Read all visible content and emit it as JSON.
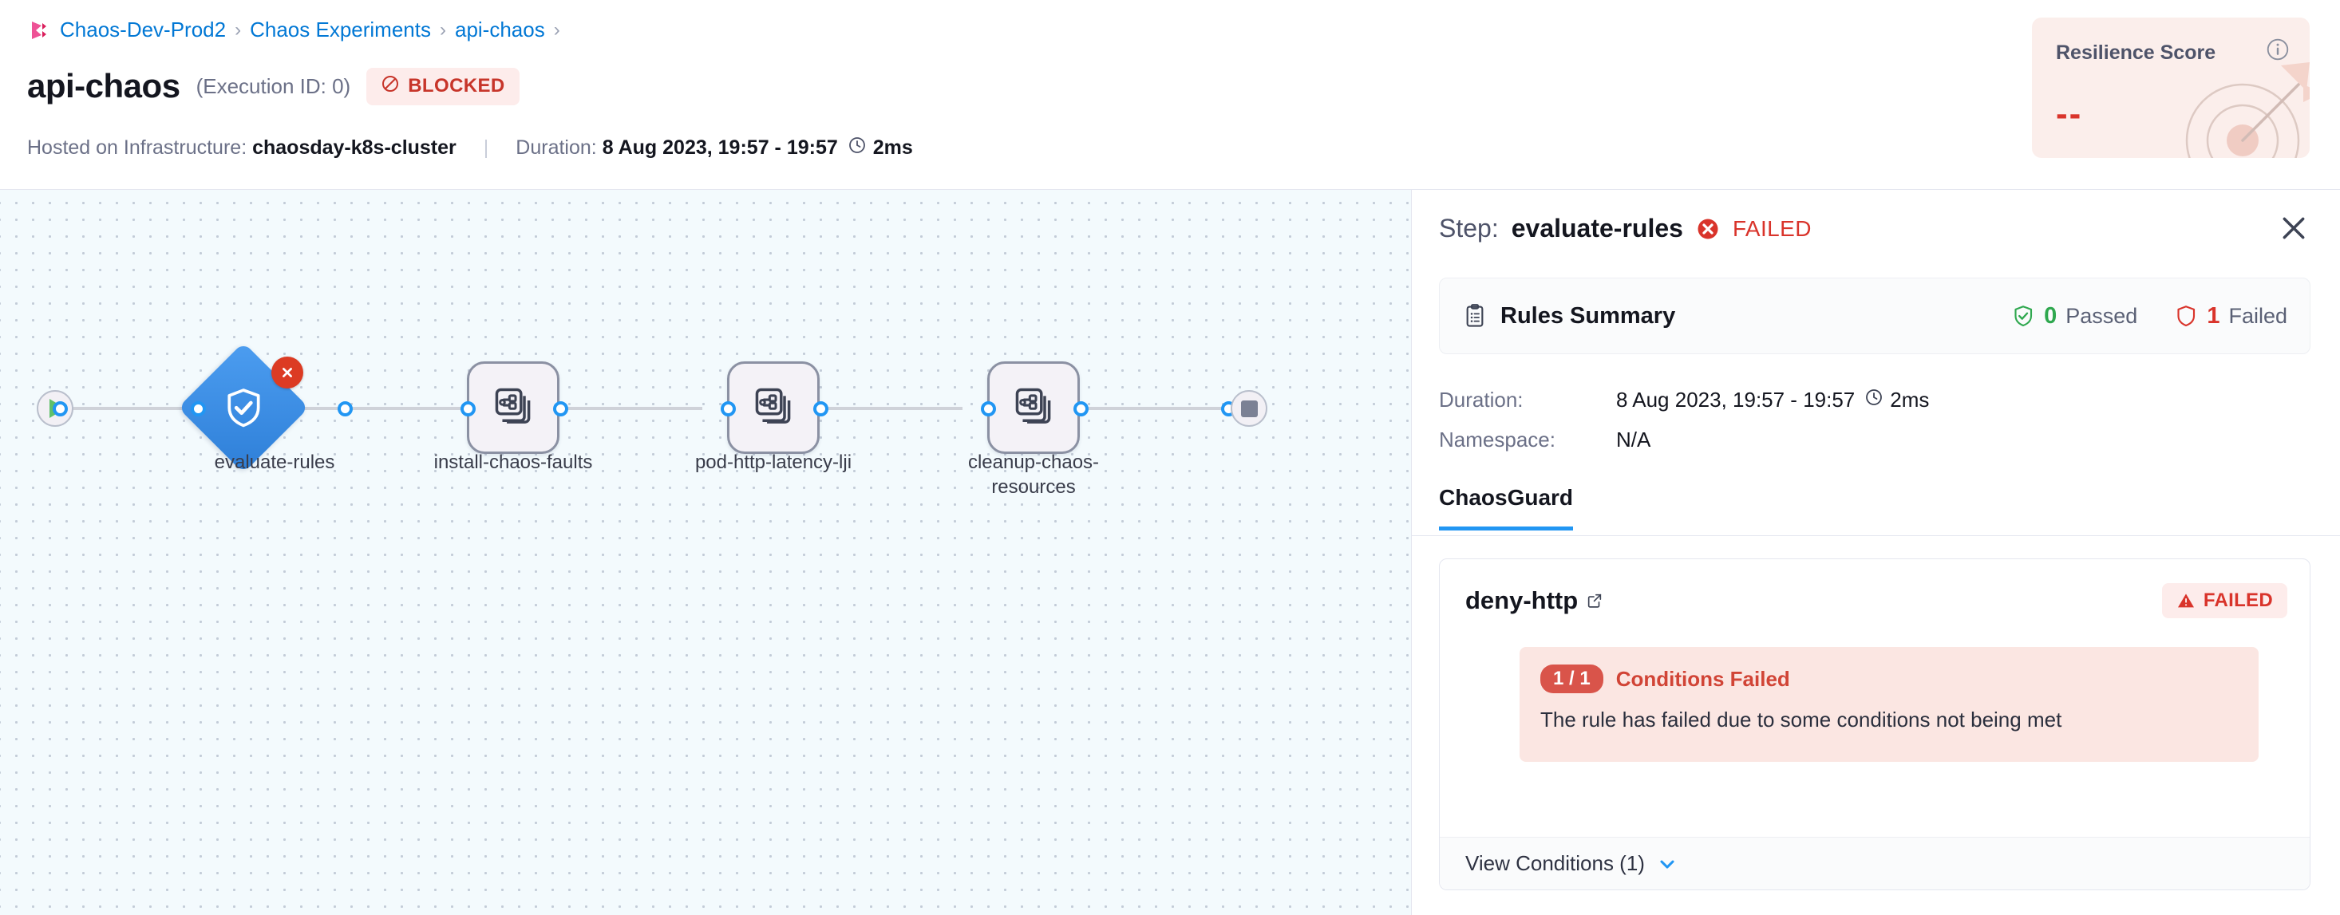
{
  "breadcrumb": {
    "logo_icon": "harness-logo-icon",
    "items": [
      "Chaos-Dev-Prod2",
      "Chaos Experiments",
      "api-chaos"
    ],
    "separator": "›"
  },
  "header": {
    "title": "api-chaos",
    "execution_id": "(Execution ID: 0)",
    "status": "BLOCKED",
    "status_icon": "blocked-icon",
    "status_color": "#c7352a",
    "infra_label": "Hosted on Infrastructure:",
    "infra_value": "chaosday-k8s-cluster",
    "divider": "|",
    "duration_label": "Duration:",
    "duration_value": "8 Aug 2023, 19:57 - 19:57",
    "duration_ms": "2ms",
    "clock_icon": "clock-icon"
  },
  "resilience": {
    "title": "Resilience Score",
    "value": "--",
    "info_icon": "info-icon",
    "art_icon": "target-arrow-icon",
    "bg_color": "#fbeeeb",
    "value_color": "#d9342b"
  },
  "pipeline": {
    "start_icon": "play-icon",
    "end_icon": "stop-icon",
    "nodes": [
      {
        "label": "evaluate-rules",
        "shape": "diamond",
        "icon": "shield-check-icon",
        "status": "failed",
        "status_icon": "error-x-icon"
      },
      {
        "label": "install-chaos-faults",
        "shape": "box",
        "icon": "chaos-fault-icon",
        "status": "none"
      },
      {
        "label": "pod-http-latency-lji",
        "shape": "box",
        "icon": "chaos-fault-icon",
        "status": "none"
      },
      {
        "label": "cleanup-chaos-resources",
        "shape": "box",
        "icon": "chaos-fault-icon",
        "status": "none"
      }
    ]
  },
  "panel": {
    "step_prefix": "Step:",
    "step_name": "evaluate-rules",
    "step_status": "FAILED",
    "step_status_icon": "error-x-icon",
    "close_icon": "close-icon",
    "rules_summary": {
      "icon": "clipboard-icon",
      "title": "Rules Summary",
      "passed_count": "0",
      "passed_label": "Passed",
      "passed_icon": "shield-check-icon",
      "failed_count": "1",
      "failed_label": "Failed",
      "failed_icon": "shield-outline-icon"
    },
    "details": [
      {
        "key": "Duration:",
        "value": "8 Aug 2023, 19:57 - 19:57",
        "extra": "2ms",
        "icon": "clock-icon"
      },
      {
        "key": "Namespace:",
        "value": "N/A",
        "extra": "",
        "icon": ""
      }
    ],
    "tabs": [
      {
        "label": "ChaosGuard",
        "active": true
      }
    ],
    "rule": {
      "name": "deny-http",
      "external_link_icon": "external-link-icon",
      "badge": "FAILED",
      "badge_icon": "warning-triangle-icon",
      "condition_pill": "1 / 1",
      "condition_label": "Conditions Failed",
      "condition_desc": "The rule has failed due to some conditions not being met",
      "view_conditions": "View Conditions (1)",
      "chevron_icon": "chevron-down-icon"
    }
  }
}
